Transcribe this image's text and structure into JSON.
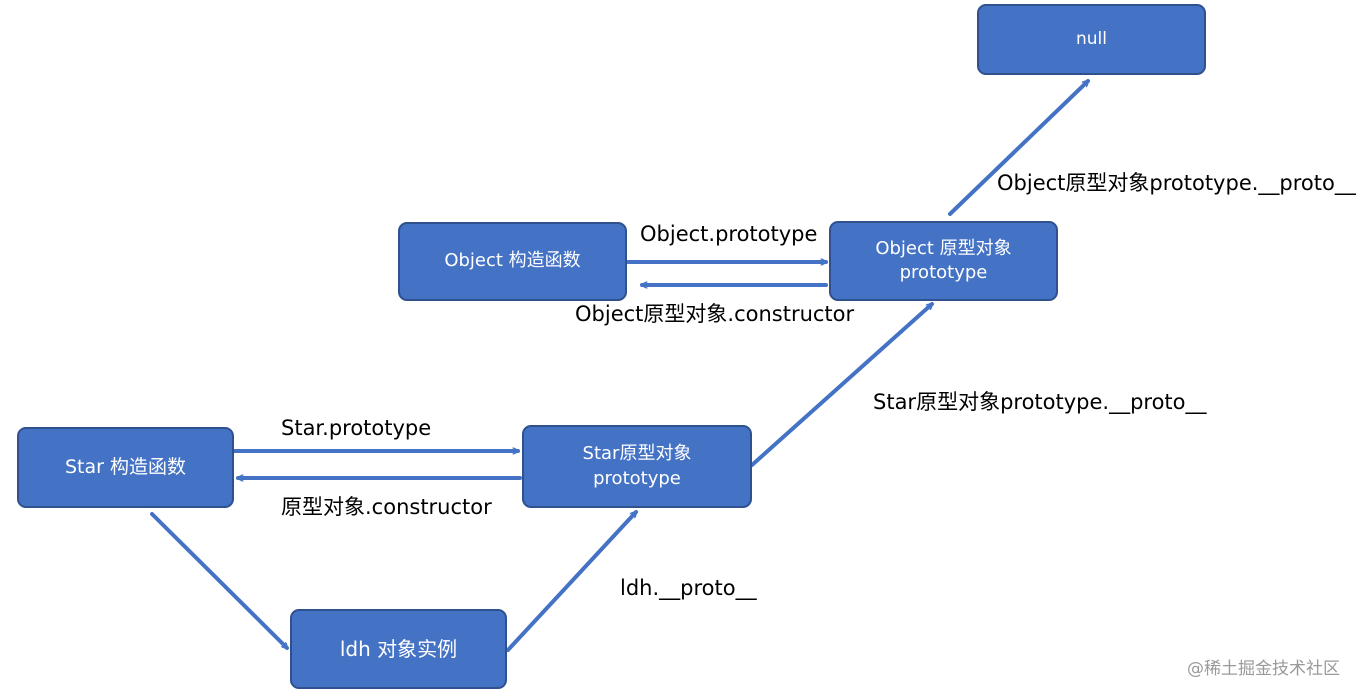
{
  "nodes": {
    "null": {
      "line1": "null"
    },
    "object_ctor": {
      "line1": "Object 构造函数"
    },
    "object_proto": {
      "line1": "Object 原型对象",
      "line2": "prototype"
    },
    "star_ctor": {
      "line1": "Star 构造函数"
    },
    "star_proto": {
      "line1": "Star原型对象",
      "line2": "prototype"
    },
    "ldh": {
      "line1": "ldh 对象实例"
    }
  },
  "labels": {
    "object_proto_proto": "Object原型对象prototype.__proto__",
    "object_prototype": "Object.prototype",
    "object_constructor": "Object原型对象.constructor",
    "star_proto_proto": "Star原型对象prototype.__proto__",
    "star_prototype": "Star.prototype",
    "star_constructor": "原型对象.constructor",
    "ldh_proto": "ldh.__proto__"
  },
  "watermark": "@稀土掘金技术社区",
  "colors": {
    "node_fill": "#4472C4",
    "node_border": "#2F528F",
    "arrow": "#4472C4",
    "node_text": "#FFFFFF"
  }
}
